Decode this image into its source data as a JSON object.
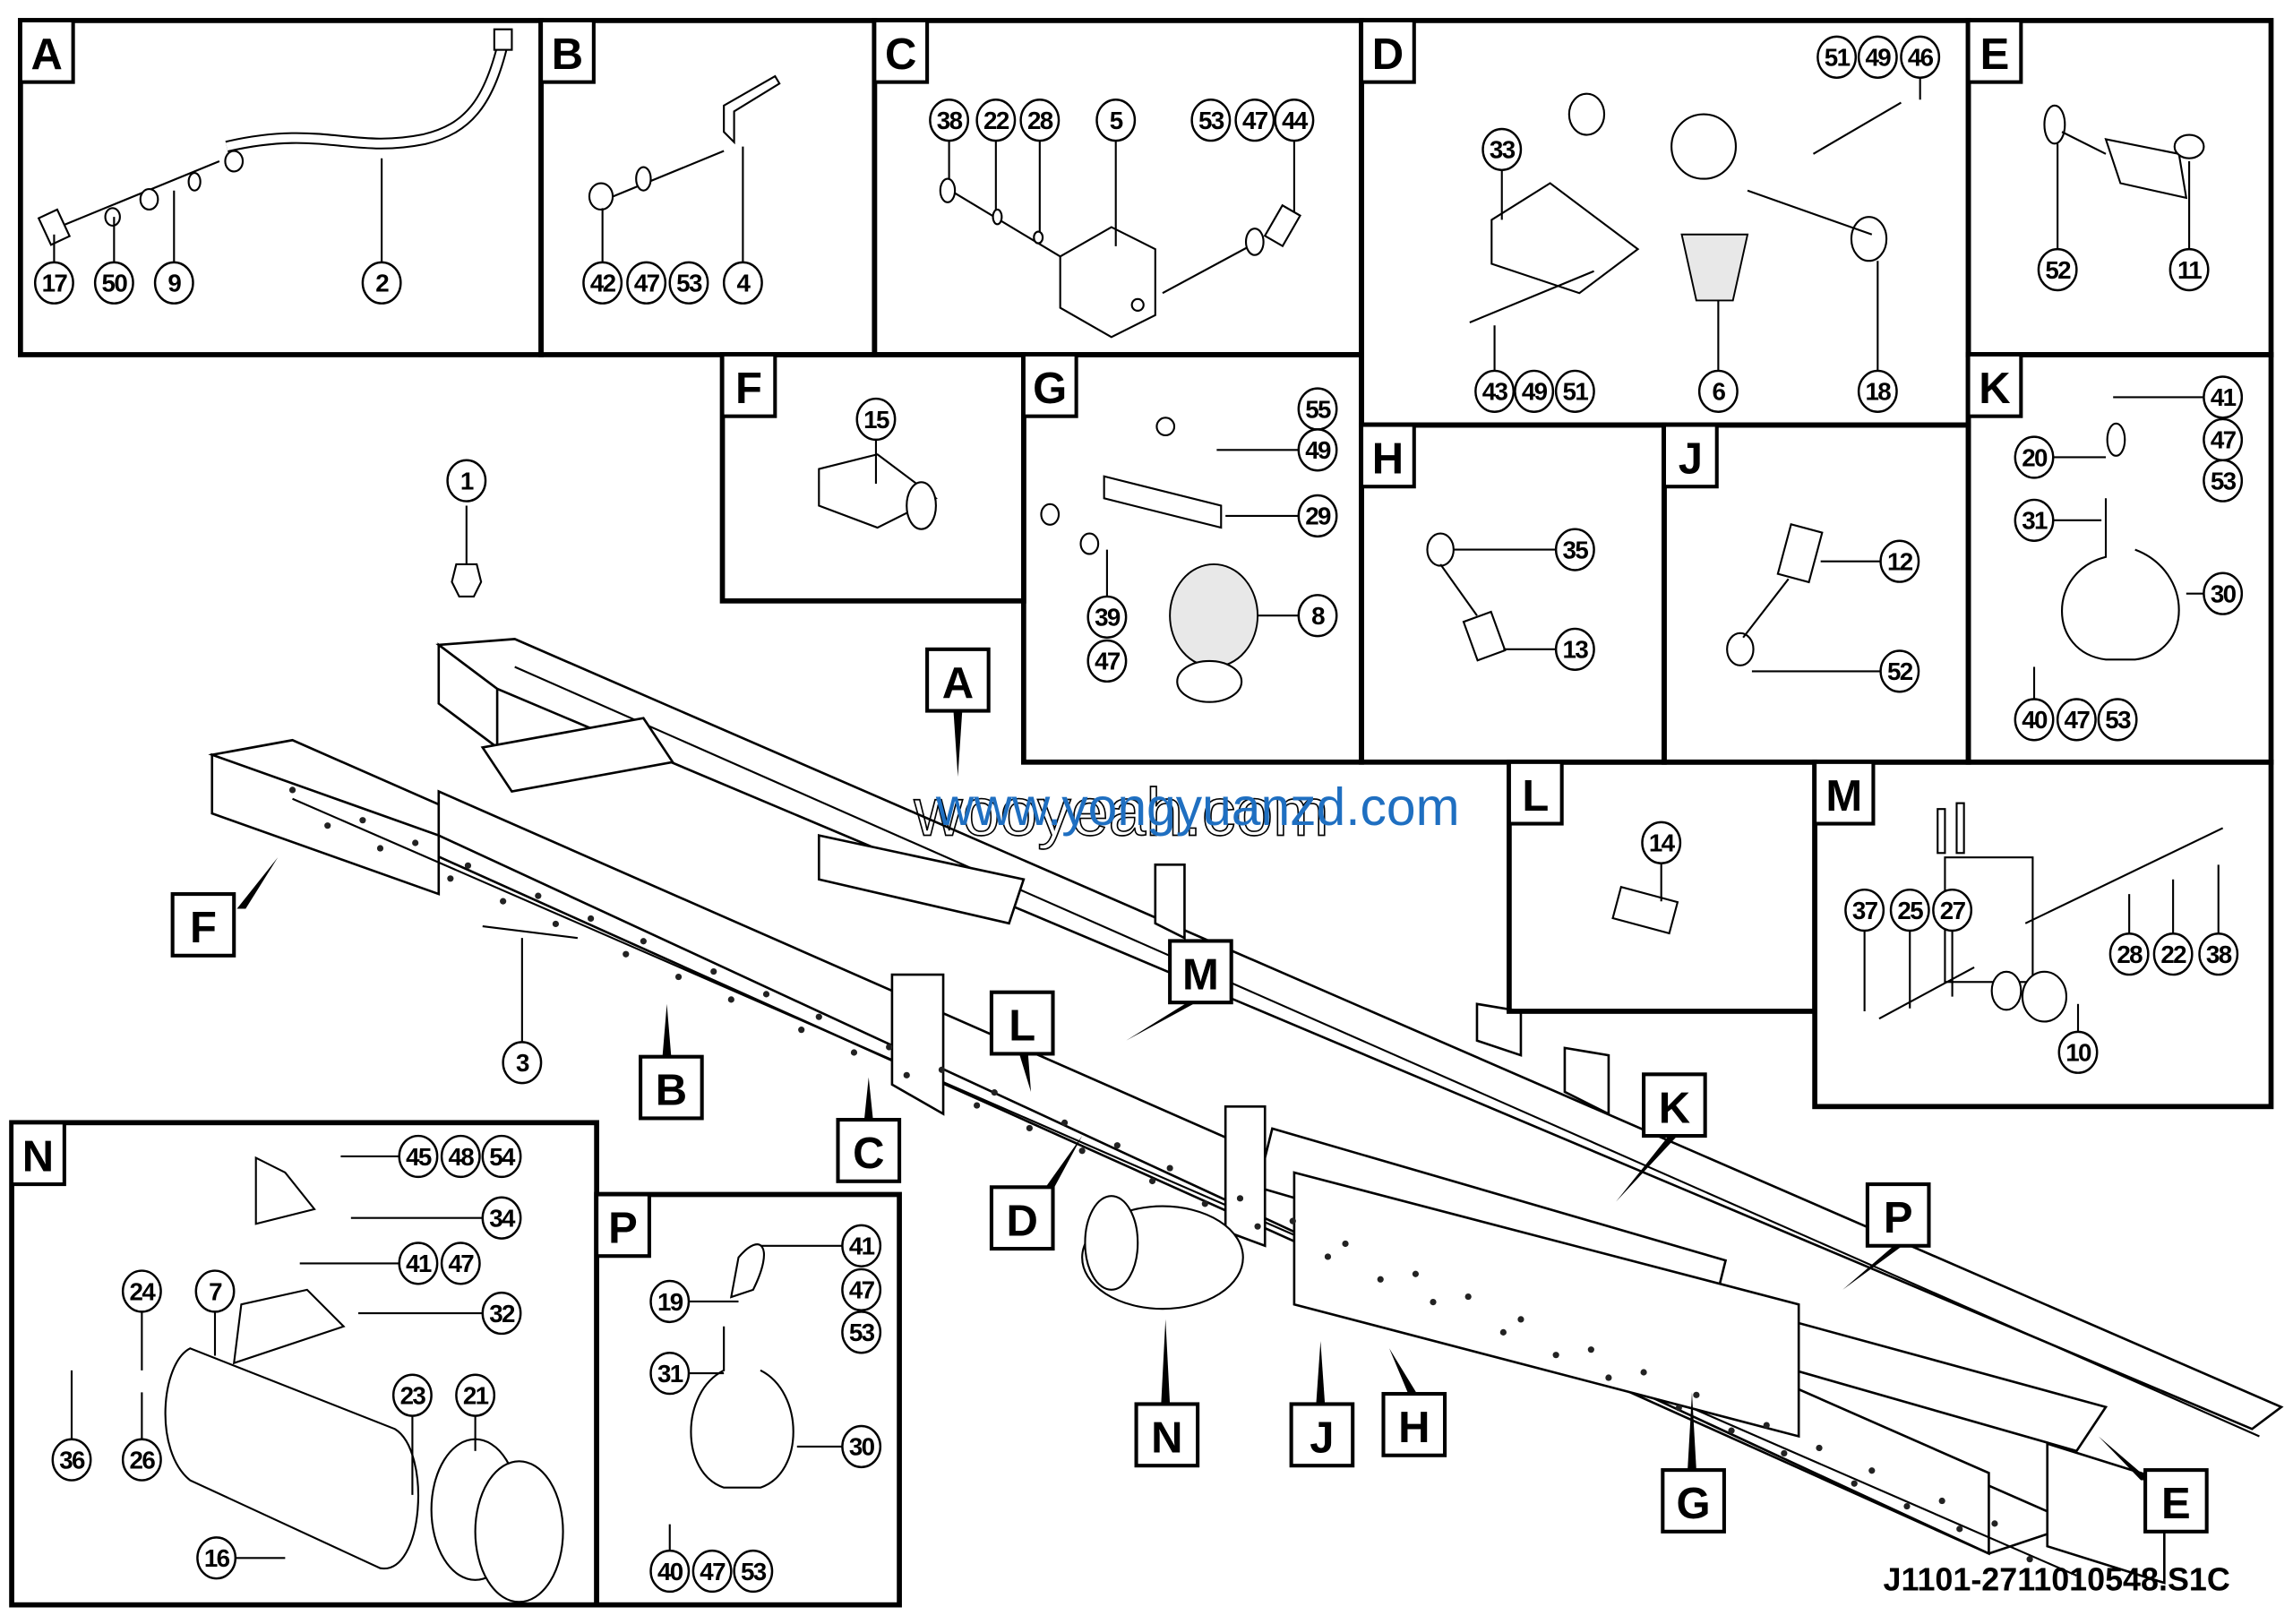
{
  "document": {
    "drawing_code": "J1101-2711010548.S1C",
    "watermarks": [
      "wooyeah.com",
      "www.yongyuanzd.com"
    ],
    "accent_colors": {
      "line": "#000000",
      "watermark_blue": "#1f6fc1"
    }
  },
  "panels": {
    "A": {
      "letter": "A",
      "callouts": [
        "17",
        "50",
        "9",
        "2"
      ]
    },
    "B": {
      "letter": "B",
      "callouts": [
        "42",
        "47",
        "53",
        "4"
      ]
    },
    "C": {
      "letter": "C",
      "callouts": [
        "38",
        "22",
        "28",
        "5",
        "53",
        "47",
        "44"
      ]
    },
    "D": {
      "letter": "D",
      "callouts": [
        "51",
        "49",
        "46",
        "33",
        "43",
        "49",
        "51",
        "6",
        "18"
      ]
    },
    "E": {
      "letter": "E",
      "callouts": [
        "52",
        "11"
      ]
    },
    "F": {
      "letter": "F",
      "callouts": [
        "15"
      ]
    },
    "G": {
      "letter": "G",
      "callouts": [
        "55",
        "49",
        "29",
        "39",
        "47",
        "8"
      ]
    },
    "H": {
      "letter": "H",
      "callouts": [
        "35",
        "13"
      ]
    },
    "J": {
      "letter": "J",
      "callouts": [
        "12",
        "52"
      ]
    },
    "K": {
      "letter": "K",
      "callouts": [
        "41",
        "47",
        "53",
        "20",
        "31",
        "30",
        "40",
        "47",
        "53"
      ]
    },
    "L": {
      "letter": "L",
      "callouts": [
        "14"
      ]
    },
    "M": {
      "letter": "M",
      "callouts": [
        "37",
        "25",
        "27",
        "28",
        "22",
        "38",
        "10"
      ]
    },
    "N": {
      "letter": "N",
      "callouts": [
        "45",
        "48",
        "54",
        "34",
        "41",
        "47",
        "32",
        "24",
        "7",
        "36",
        "26",
        "23",
        "21",
        "16"
      ]
    },
    "P": {
      "letter": "P",
      "callouts": [
        "41",
        "47",
        "53",
        "19",
        "31",
        "30",
        "40",
        "47",
        "53"
      ]
    }
  },
  "main_view": {
    "callouts": [
      "1",
      "3"
    ],
    "markers": [
      "A",
      "F",
      "M",
      "L",
      "B",
      "C",
      "D",
      "K",
      "P",
      "N",
      "J",
      "H",
      "G",
      "E"
    ]
  }
}
